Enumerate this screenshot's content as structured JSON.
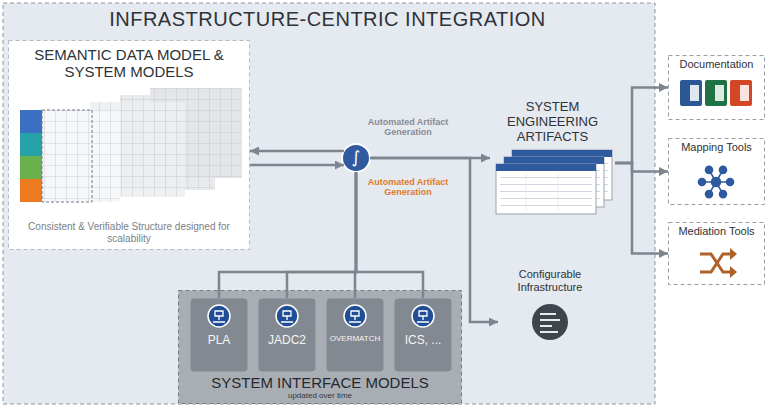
{
  "diagram": {
    "title": "INFRASTRUCTURE-CENTRIC INTEGRATION",
    "nodes": [
      {
        "text": [
          "SEMANTIC DATA MODEL & SYSTEM MODELS",
          "Consistent & Verifiable Structure designed for scalability"
        ]
      },
      {
        "text": [
          "∫"
        ]
      },
      {
        "text": [
          "SYSTEM ENGINEERING ARTIFACTS"
        ]
      },
      {
        "text": [
          "Configurable Infrastructure"
        ]
      },
      {
        "text": [
          "Documentation"
        ]
      },
      {
        "text": [
          "Mapping Tools"
        ]
      },
      {
        "text": [
          "Mediation Tools"
        ]
      },
      {
        "text": [
          "SYSTEM INTERFACE MODELS",
          "updated over time"
        ]
      },
      {
        "text": [
          "PLA"
        ],
        "in": 7
      },
      {
        "text": [
          "JADC2"
        ],
        "in": 7
      },
      {
        "text": [
          "OVERMATCH"
        ],
        "in": 7
      },
      {
        "text": [
          "ICS, ..."
        ],
        "in": 7
      }
    ],
    "edges": [
      {
        "from": 1,
        "to": 0,
        "arrow": "to"
      },
      {
        "from": 0,
        "to": 1,
        "arrow": "to"
      },
      {
        "from": 1,
        "to": 2,
        "label": "Automated Artifact Generation",
        "arrow": "to"
      },
      {
        "from": 1,
        "to": 3,
        "label": "Automated Artifact Generation",
        "arrow": "to"
      },
      {
        "from": 2,
        "to": 4,
        "arrow": "to"
      },
      {
        "from": 2,
        "to": 5,
        "arrow": "to"
      },
      {
        "from": 2,
        "to": 6,
        "arrow": "to"
      },
      {
        "from": 8,
        "to": 1,
        "arrow": "none"
      },
      {
        "from": 9,
        "to": 1,
        "arrow": "none"
      },
      {
        "from": 10,
        "to": 1,
        "arrow": "none"
      },
      {
        "from": 11,
        "to": 1,
        "arrow": "none"
      }
    ]
  }
}
